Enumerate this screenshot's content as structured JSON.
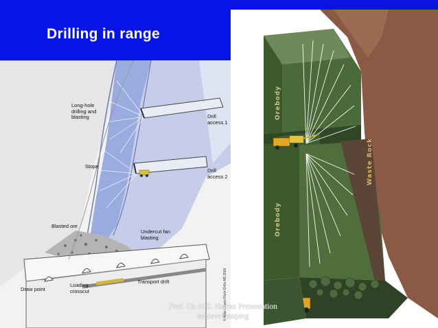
{
  "slide": {
    "title": "Drilling in range"
  },
  "left_figure": {
    "labels": {
      "long_hole": "Long-hole\ndrilling and\nblasting",
      "drill_access_1": "Drill\naccess 1",
      "stope": "Stope",
      "drill_access_2": "Drill\naccess 2",
      "blasted_ore": "Blasted ore",
      "undercut": "Undercut fan\nblasting",
      "loading_crosscut": "Loading\ncrosscut",
      "transport_drift": "Transport drift",
      "draw_point": "Draw point"
    },
    "credit": "© Atlas Copco Rock Drills AB 2000"
  },
  "right_figure": {
    "labels": {
      "orebody_upper": "Orebody",
      "orebody_lower": "Orebody",
      "waste_rock": "Waste Rock"
    }
  },
  "footer": {
    "line1": "Prof. Dr. H.Z. Harraz Presentation",
    "line2": "sublevel stoping"
  },
  "colors": {
    "title_bar": "#0714e6",
    "ore_green": "#4f6e3c",
    "waste_brown": "#8a5a44",
    "rock_blue": "#98a8dc"
  }
}
